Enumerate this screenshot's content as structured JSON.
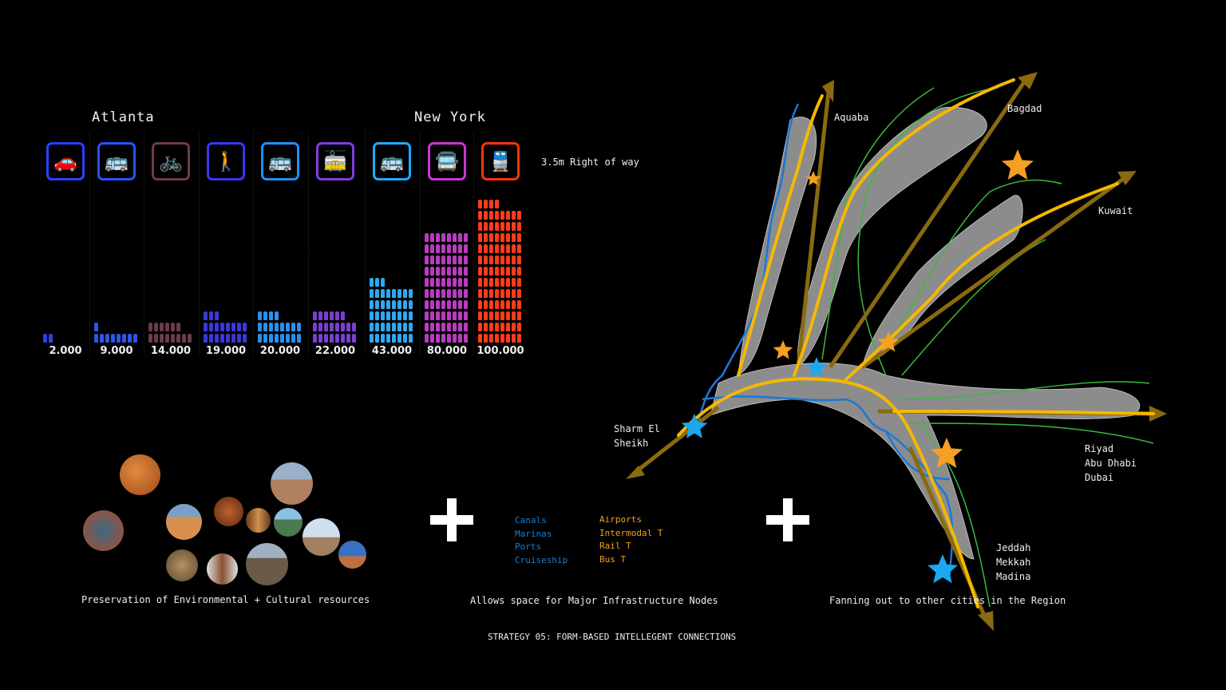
{
  "transport": {
    "cities": {
      "left": "Atlanta",
      "right": "New York"
    },
    "right_of_way": "3.5m Right of way",
    "people_per_icon": 1000,
    "modes": [
      {
        "icon": "car-icon",
        "value": 2000,
        "label": "2.000",
        "color": "#2a46e0"
      },
      {
        "icon": "bus-icon",
        "value": 9000,
        "label": "9.000",
        "color": "#2d55e8"
      },
      {
        "icon": "bicycle-icon",
        "value": 14000,
        "label": "14.000",
        "color": "#6b3a4e"
      },
      {
        "icon": "pedestrian-icon",
        "value": 19000,
        "label": "19.000",
        "color": "#3b38d8"
      },
      {
        "icon": "bus-icon",
        "value": 20000,
        "label": "20.000",
        "color": "#2a8ff0"
      },
      {
        "icon": "tram-icon",
        "value": 22000,
        "label": "22.000",
        "color": "#7a3fd0"
      },
      {
        "icon": "articulated-bus-icon",
        "value": 43000,
        "label": "43.000",
        "color": "#30a8f0"
      },
      {
        "icon": "brt-bus-icon",
        "value": 80000,
        "label": "80.000",
        "color": "#b83cc0"
      },
      {
        "icon": "train-icon",
        "value": 100000,
        "label": "100.000",
        "color": "#ff3b1a"
      }
    ]
  },
  "captions": {
    "environment": "Preservation of Environmental + Cultural resources",
    "infrastructure": "Allows space for Major Infrastructure Nodes",
    "fanning": "Fanning out to other cities in the Region",
    "strategy": "STRATEGY 05: FORM-BASED INTELLEGENT CONNECTIONS"
  },
  "legend": {
    "water": {
      "color": "#1a7fd0",
      "items": [
        "Canals",
        "Marinas",
        "Ports",
        "Cruiseship"
      ]
    },
    "land": {
      "color": "#f0a020",
      "items": [
        "Airports",
        "Intermodal T",
        "Rail T",
        "Bus T"
      ]
    }
  },
  "map": {
    "labels": {
      "aquaba": "Aquaba",
      "bagdad": "Bagdad",
      "kuwait": "Kuwait",
      "sharm": [
        "Sharm El",
        "Sheikh"
      ],
      "riyad": [
        "Riyad",
        "Abu Dhabi",
        "Dubai"
      ],
      "jeddah": [
        "Jeddah",
        "Mekkah",
        "Madina"
      ]
    },
    "colors": {
      "corridor": "#f5b800",
      "arrow": "#8a6a10",
      "water": "#1a78d8",
      "green": "#3cb83c",
      "land": "#8c8c8c",
      "orange_star": "#f5a020",
      "blue_star": "#1aa8f0"
    }
  }
}
